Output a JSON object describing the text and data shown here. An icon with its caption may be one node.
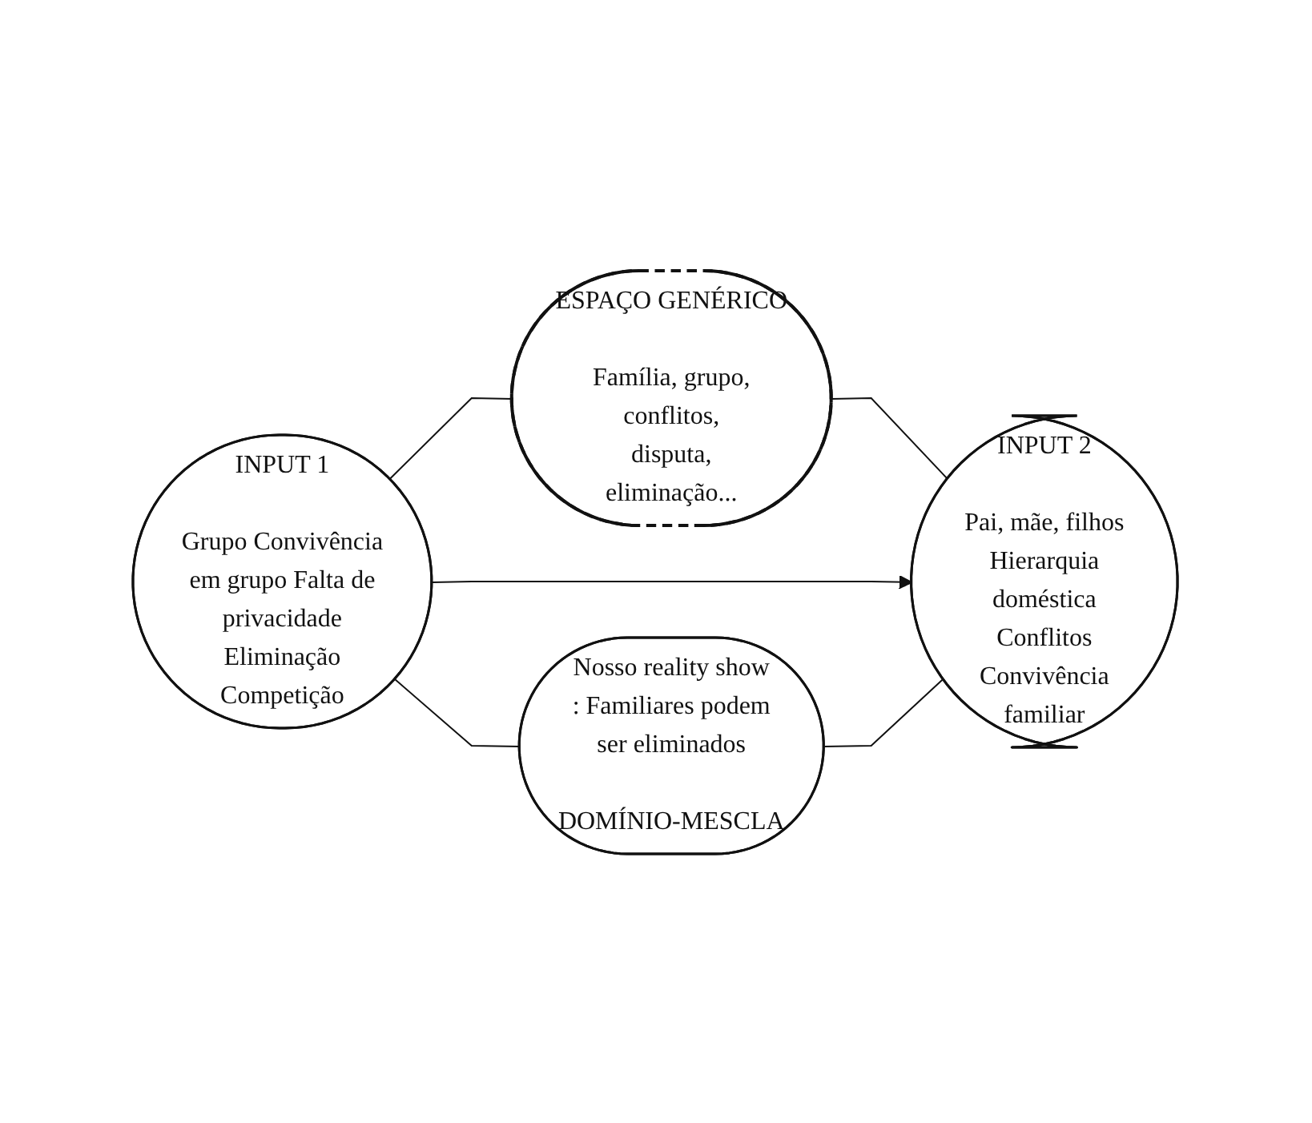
{
  "diagram": {
    "nodes": [
      {
        "text": [
          "INPUT 1",
          "Grupo Convivência em grupo Falta de privacidade Eliminação Competição"
        ]
      },
      {
        "text": [
          "ESPAÇO GENÉRICO",
          "Família, grupo, conflitos, disputa, eliminação..."
        ]
      },
      {
        "text": [
          "INPUT 2",
          "Pai, mãe, filhos Hierarquia doméstica Conflitos Convivência familiar"
        ]
      },
      {
        "text": [
          "Nosso reality show : Familiares podem ser eliminados",
          "DOMÍNIO-MESCLA"
        ]
      }
    ],
    "edges": [
      {
        "from": 0,
        "to": 1,
        "arrow": "none"
      },
      {
        "from": 1,
        "to": 2,
        "arrow": "none"
      },
      {
        "from": 0,
        "to": 2,
        "arrow": "to"
      },
      {
        "from": 0,
        "to": 3,
        "arrow": "none"
      },
      {
        "from": 3,
        "to": 2,
        "arrow": "none"
      }
    ]
  }
}
